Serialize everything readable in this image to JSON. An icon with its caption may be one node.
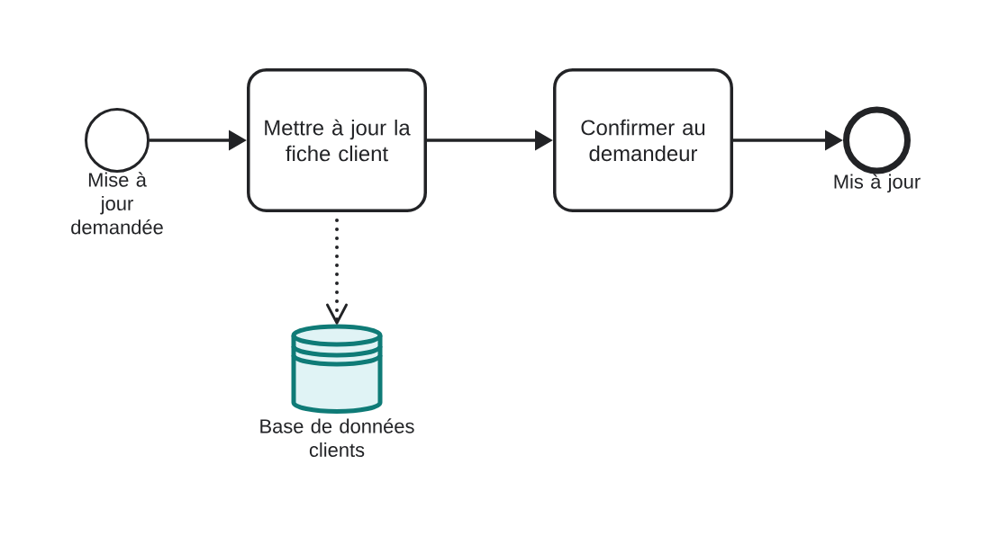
{
  "diagram": {
    "nodes": [
      {
        "text": [],
        "shape": "circle",
        "beside": [
          "Mise à jour demandée"
        ]
      },
      {
        "text": [
          "Mettre à jour la fiche client"
        ]
      },
      {
        "text": [
          "Confirmer au demandeur"
        ]
      },
      {
        "text": [],
        "shape": "circle",
        "beside": [
          "Mis à jour"
        ]
      },
      {
        "text": [],
        "shape": "cylinder",
        "beside": [
          "Base de données clients"
        ]
      }
    ],
    "edges": [
      {
        "from": 0,
        "to": 1,
        "arrow": "to"
      },
      {
        "from": 1,
        "to": 2,
        "arrow": "to"
      },
      {
        "from": 2,
        "to": 3,
        "arrow": "to"
      },
      {
        "from": 1,
        "to": 4,
        "arrow": "to",
        "style": "dashed"
      }
    ]
  }
}
